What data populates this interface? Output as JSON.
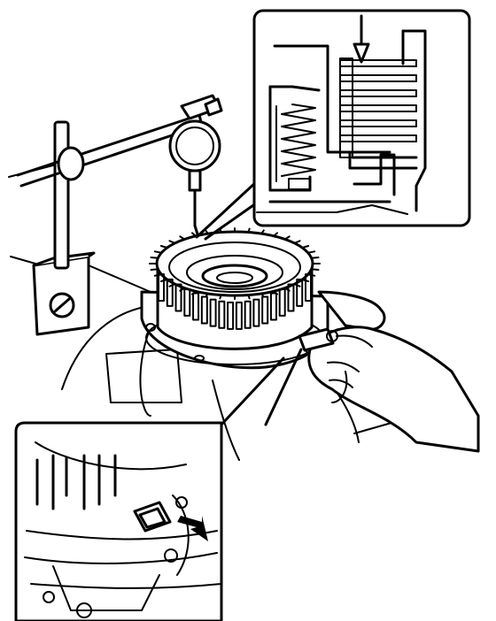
{
  "figure": {
    "colors": {
      "ink": "#000000",
      "paper": "#ffffff"
    },
    "parts": [
      "magnetic-base",
      "indicator-stand-rod",
      "dial-indicator",
      "clutch-drum",
      "clutch-plate-stack",
      "return-spring",
      "oil-passage-hole",
      "technician-hand"
    ],
    "callouts": [
      "detail-top-right",
      "detail-bottom-left"
    ],
    "arrow_icon": "arrow-icon"
  }
}
